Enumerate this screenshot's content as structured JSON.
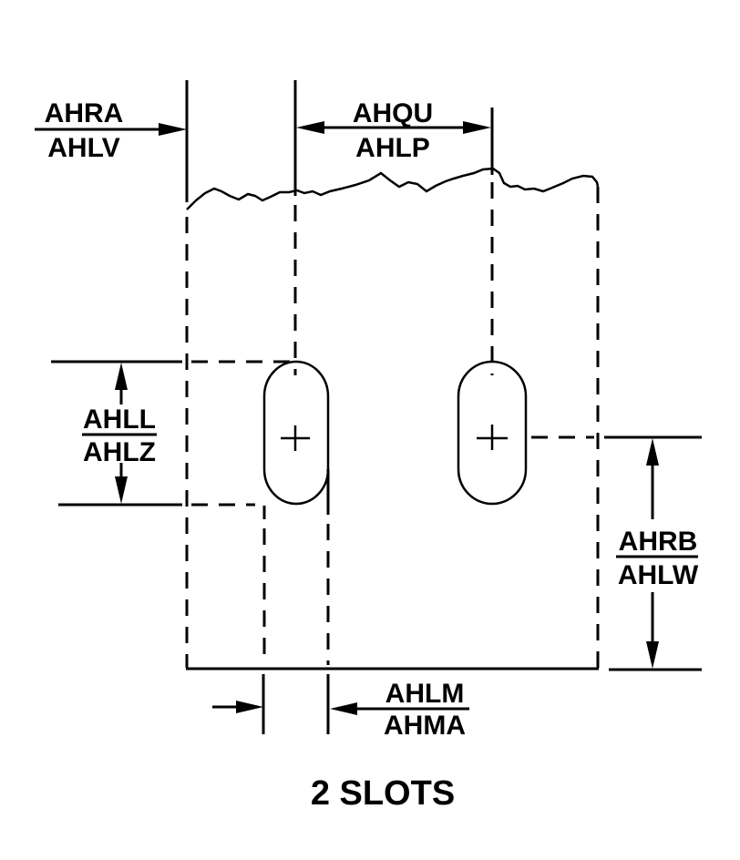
{
  "diagram": {
    "type": "engineering-drawing",
    "caption": "2 SLOTS",
    "colors": {
      "ink": "#000000",
      "background": "#ffffff"
    },
    "dimensions": {
      "edge_to_first_slot": {
        "top": "AHRA",
        "bottom": "AHLV"
      },
      "slot_spacing": {
        "top": "AHQU",
        "bottom": "AHLP"
      },
      "slot_length": {
        "top": "AHLL",
        "bottom": "AHLZ"
      },
      "slot_center_height": {
        "top": "AHRB",
        "bottom": "AHLW"
      },
      "slot_width": {
        "top": "AHLM",
        "bottom": "AHMA"
      }
    }
  }
}
